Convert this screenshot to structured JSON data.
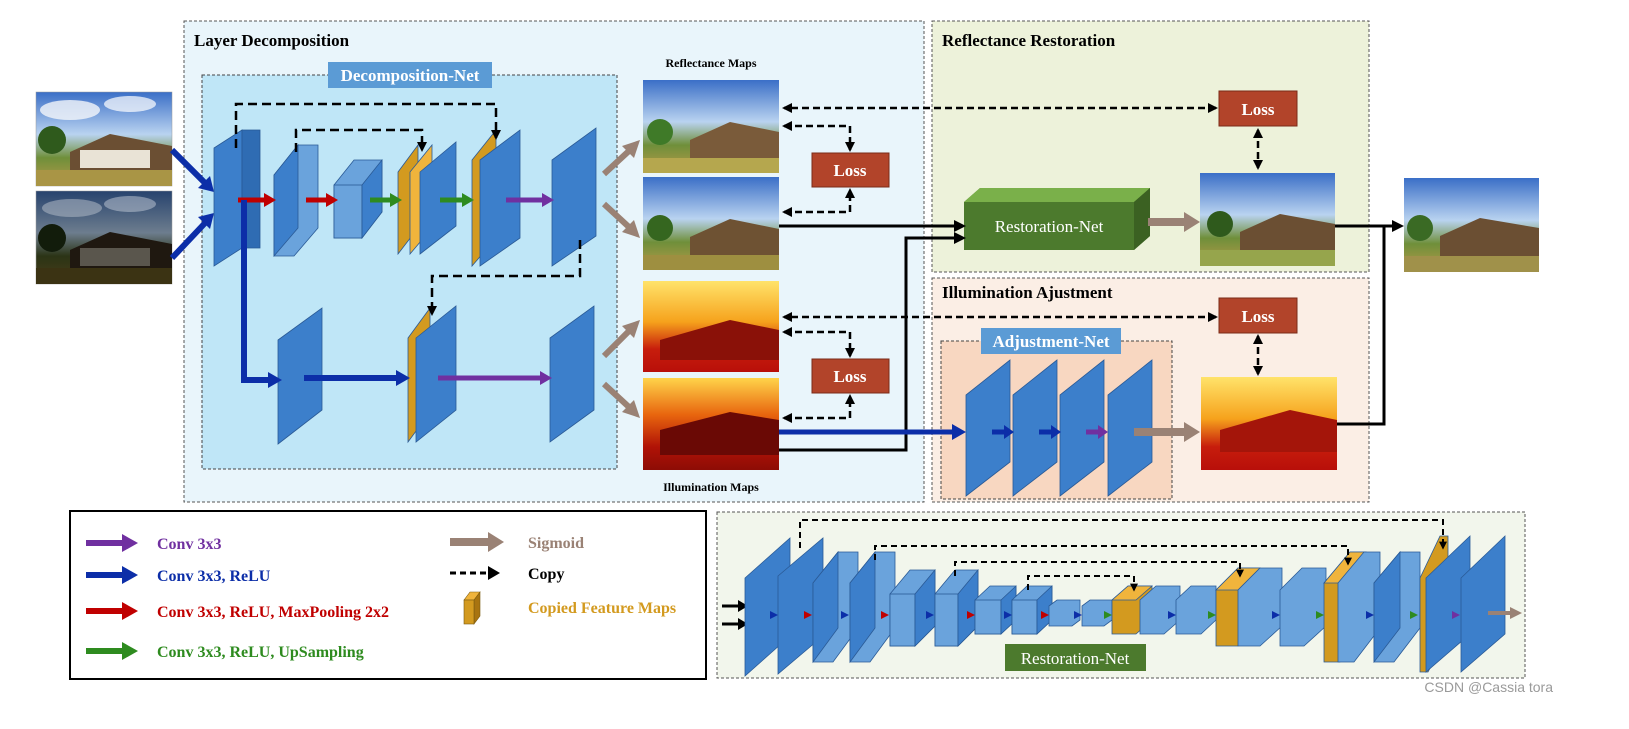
{
  "sections": {
    "layer_decomposition": "Layer Decomposition",
    "reflectance_restoration": "Reflectance Restoration",
    "illumination_adjustment": "Illumination Ajustment"
  },
  "nets": {
    "decomposition": "Decomposition-Net",
    "restoration": "Restoration-Net",
    "adjustment": "Adjustment-Net",
    "restoration_detail": "Restoration-Net"
  },
  "labels": {
    "reflectance_maps": "Reflectance Maps",
    "illumination_maps": "Illumination Maps",
    "loss": "Loss"
  },
  "legend": {
    "conv": "Conv 3x3",
    "conv_relu": "Conv 3x3, ReLU",
    "conv_relu_pool": "Conv 3x3, ReLU, MaxPooling 2x2",
    "conv_relu_up": "Conv 3x3, ReLU, UpSampling",
    "sigmoid": "Sigmoid",
    "copy": "Copy",
    "copied": "Copied Feature Maps"
  },
  "watermark": "CSDN @Cassia tora",
  "colors": {
    "purple": "#7030a0",
    "blue": "#0c2ea8",
    "red": "#c00000",
    "green": "#2e8b1f",
    "taupe": "#9a8275",
    "orange": "#d39a1f",
    "loss_bg": "#b2442a",
    "net_label_bg": "#5b9bd5",
    "restoration_bg": "#4c7a2d",
    "layer_face": "#3c7fcb"
  }
}
